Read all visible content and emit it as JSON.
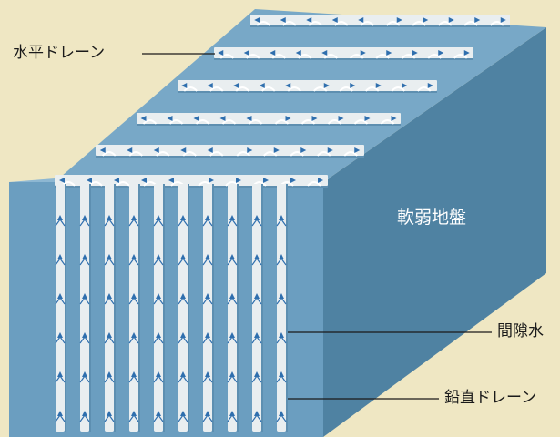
{
  "labels": {
    "horizontal_drain": "水平ドレーン",
    "soft_ground": "軟弱地盤",
    "pore_water": "間隙水",
    "vertical_drain": "鉛直ドレーン"
  },
  "colors": {
    "background": "#efe7c3",
    "block_front": "#6c9fc0",
    "block_top": "#79a9c8",
    "block_side": "#4f82a2",
    "drain": "#e9eef0",
    "arrow": "#2f6fae"
  }
}
